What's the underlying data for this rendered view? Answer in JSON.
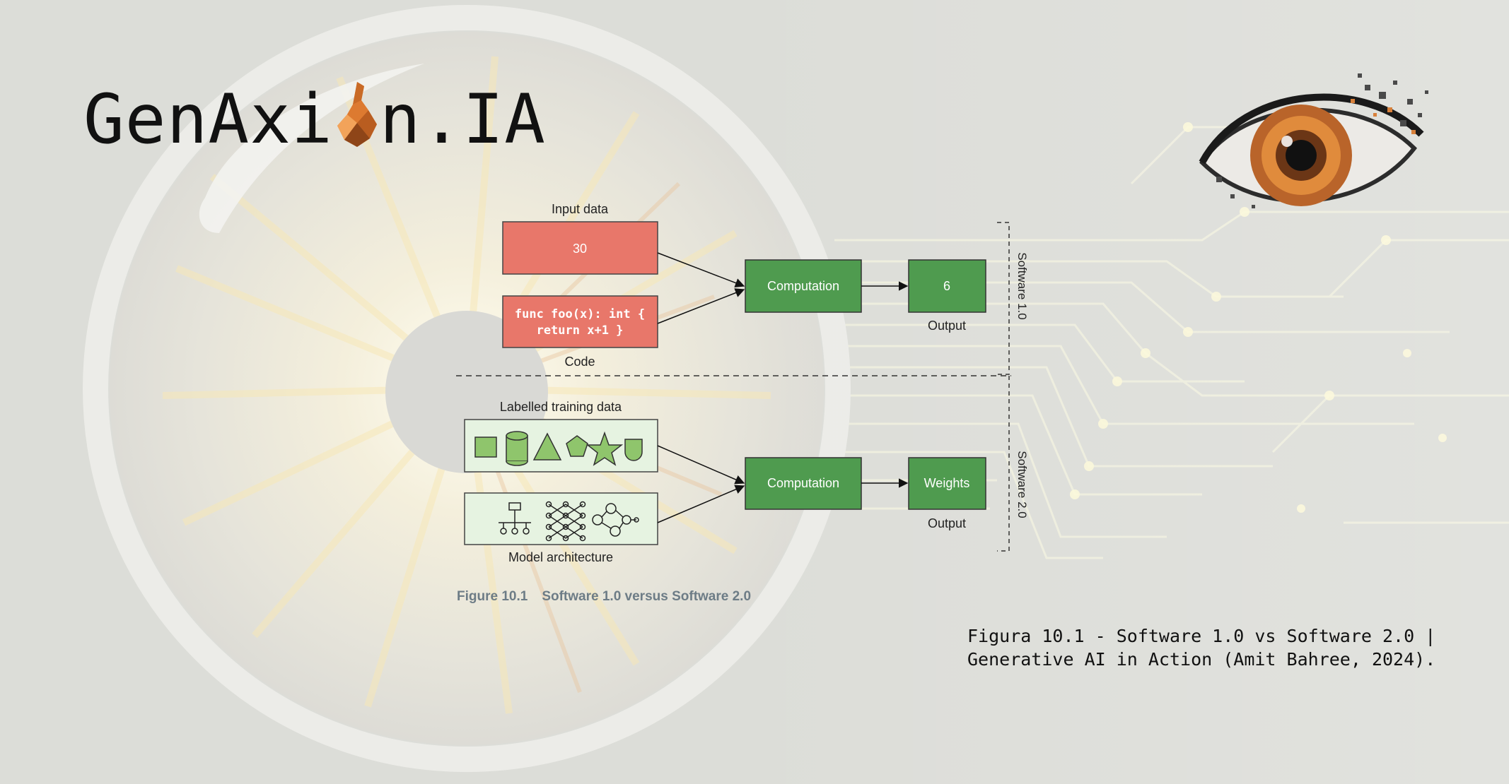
{
  "brand": {
    "prefix": "GenAxi",
    "suffix": "n.IA",
    "mark_icon": "fox-head-icon"
  },
  "diagram": {
    "software1": {
      "section_label": "Software 1.0",
      "input_label": "Input data",
      "input_value": "30",
      "code_line1": "func foo(x): int {",
      "code_line2": "return x+1 }",
      "code_label": "Code",
      "compute_label": "Computation",
      "output_value": "6",
      "output_label": "Output"
    },
    "software2": {
      "section_label": "Software 2.0",
      "training_label": "Labelled training data",
      "architecture_label": "Model architecture",
      "compute_label": "Computation",
      "output_value": "Weights",
      "output_label": "Output"
    },
    "caption_number": "Figure 10.1",
    "caption_text": "Software 1.0 versus Software 2.0"
  },
  "credit": {
    "line1": "Figura 10.1 - Software 1.0 vs Software 2.0 |",
    "line2": "Generative AI in Action (Amit Bahree, 2024)."
  },
  "colors": {
    "input_box": "#e8776a",
    "compute_box": "#4f9b4f",
    "light_green_box": "#e6f3e1",
    "shape_fill": "#8fc56c"
  }
}
